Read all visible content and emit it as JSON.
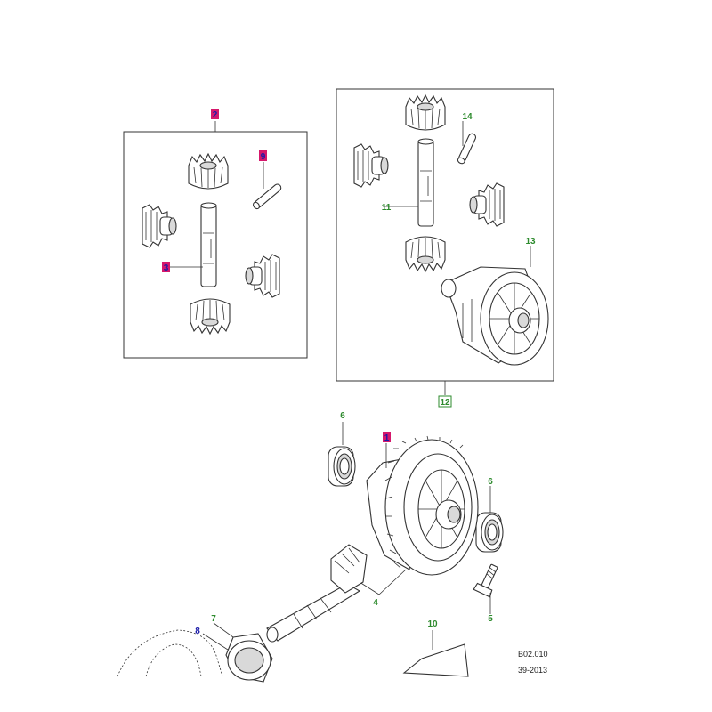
{
  "callouts": {
    "c2": "2",
    "c9": "9",
    "c3": "3",
    "c14": "14",
    "c11": "11",
    "c13": "13",
    "c12": "12",
    "c6a": "6",
    "c1": "1",
    "c6b": "6",
    "c4": "4",
    "c5": "5",
    "c7": "7",
    "c8": "8",
    "c10": "10"
  },
  "footer": {
    "code": "B02.010",
    "date": "39-2013"
  },
  "colors": {
    "callout_green": "#2e8b2e",
    "callout_blue": "#1a1aa8",
    "highlight_magenta": "#d6176b",
    "line": "#333333"
  }
}
